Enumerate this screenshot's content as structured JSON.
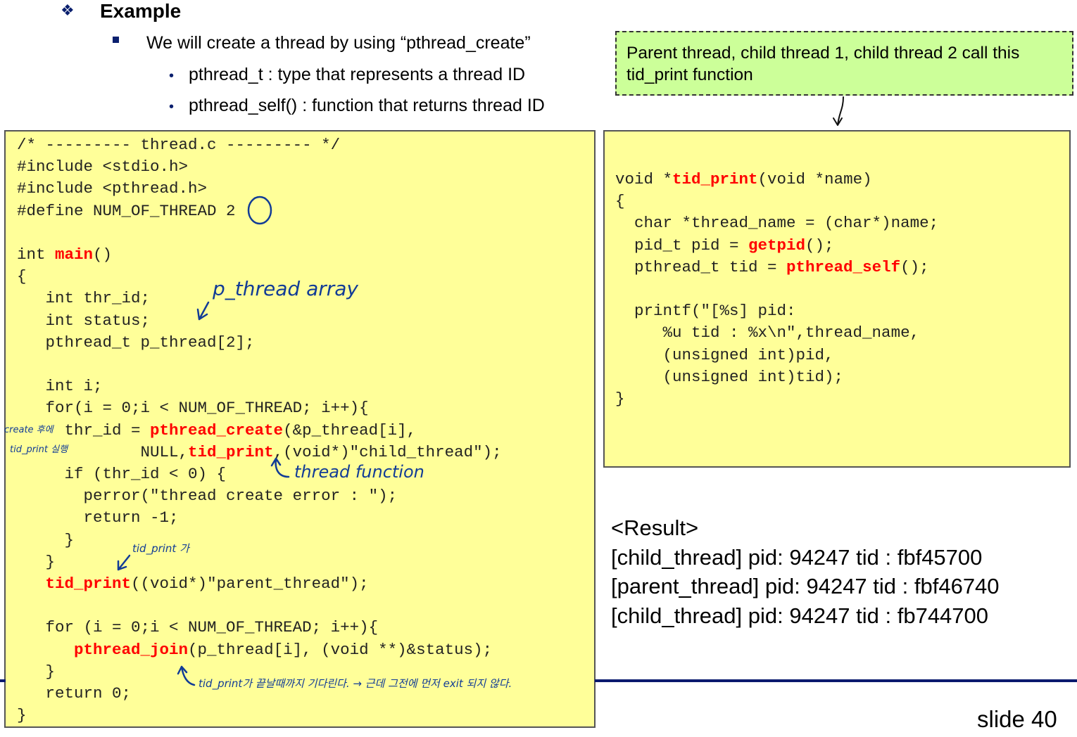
{
  "heading": {
    "title": "Example"
  },
  "bullets": {
    "main": "We will create a thread by using “pthread_create”",
    "sub1": "pthread_t : type that represents a thread ID",
    "sub2": "pthread_self() : function that returns thread ID"
  },
  "callout": {
    "text": "Parent thread, child thread 1, child thread 2 call this tid_print function"
  },
  "left_code": [
    "/* --------- thread.c --------- */",
    "#include <stdio.h>",
    "#include <pthread.h>",
    "#define NUM_OF_THREAD 2",
    "",
    "int main()",
    "{",
    "   int thr_id;",
    "   int status;",
    "   pthread_t p_thread[2];",
    "",
    "   int i;",
    "   for(i = 0;i < NUM_OF_THREAD; i++){",
    "     thr_id = pthread_create(&p_thread[i],",
    "             NULL,tid_print,(void*)\"child_thread\");",
    "     if (thr_id < 0) {",
    "       perror(\"thread create error : \");",
    "       return -1;",
    "     }",
    "   }",
    "   tid_print((void*)\"parent_thread\");",
    "",
    "   for (i = 0;i < NUM_OF_THREAD; i++){",
    "      pthread_join(p_thread[i], (void **)&status);",
    "   }",
    "   return 0;",
    "}"
  ],
  "right_code": [
    "void *tid_print(void *name)",
    "{",
    "  char *thread_name = (char*)name;",
    "  pid_t pid = getpid();",
    "  pthread_t tid = pthread_self();",
    "",
    "  printf(\"[%s] pid:",
    "     %u tid : %x\\n\",thread_name,",
    "     (unsigned int)pid,",
    "     (unsigned int)tid);",
    "}"
  ],
  "highlight_words": [
    "main",
    "pthread_create",
    "tid_print",
    "pthread_join",
    "getpid",
    "pthread_self"
  ],
  "result": {
    "label": "<Result>",
    "lines": [
      "[child_thread] pid: 94247 tid : fbf45700",
      "[parent_thread] pid: 94247 tid : fbf46740",
      "[child_thread] pid: 94247 tid : fb744700"
    ]
  },
  "annotations": {
    "p_thread_array": "p_thread array",
    "thread_function": "thread function",
    "create_note_1": "create 후에",
    "create_note_2": "tid_print 실행",
    "tid_print_note": "tid_print 가",
    "join_note": "tid_print가 끝날때까지 기다린다. → 근데 그전에 먼저 exit 되지 않다."
  },
  "footer": {
    "slide_label": "slide 40"
  },
  "colors": {
    "code_bg": "#ffff99",
    "callout_bg": "#ccff99",
    "keyword": "#ff0000",
    "accent": "#0a1f6e",
    "handwriting": "#123c96"
  }
}
